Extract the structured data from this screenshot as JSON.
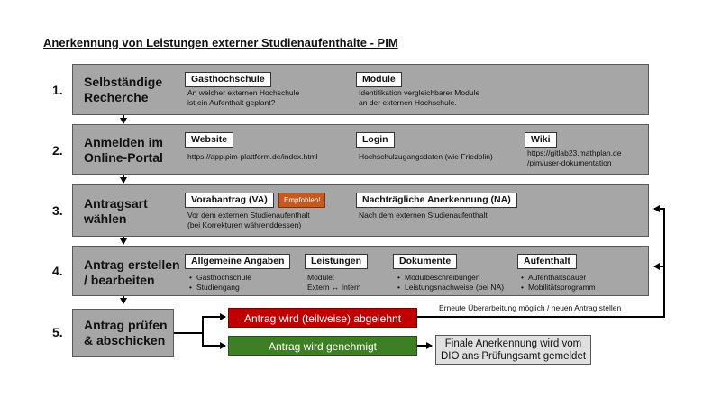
{
  "title": "Anerkennung von Leistungen externer Studienaufenthalte - PIM",
  "steps": [
    {
      "number": "1.",
      "title_lines": [
        "Selbständige",
        "Recherche"
      ],
      "tags": [
        {
          "label": "Gasthochschule",
          "desc": [
            "An welcher externen Hochschule",
            "ist ein Aufenthalt geplant?"
          ]
        },
        {
          "label": "Module",
          "desc": [
            "Identifikation vergleichbarer Module",
            "an der externen Hochschule."
          ]
        }
      ]
    },
    {
      "number": "2.",
      "title_lines": [
        "Anmelden im",
        "Online-Portal"
      ],
      "tags": [
        {
          "label": "Website",
          "desc": [
            "https://app.pim-plattform.de/index.html"
          ]
        },
        {
          "label": "Login",
          "desc": [
            "Hochschulzugangsdaten (wie Friedolin)"
          ]
        },
        {
          "label": "Wiki",
          "desc": [
            "https://gitlab23.mathplan.de",
            "/pim/user-dokumentation"
          ]
        }
      ]
    },
    {
      "number": "3.",
      "title_lines": [
        "Antragsart",
        "wählen"
      ],
      "badge": "Empfohlen!",
      "tags": [
        {
          "label": "Vorabantrag (VA)",
          "desc": [
            "Vor dem externen Studienaufenthalt",
            "(bei Korrekturen währenddessen)"
          ]
        },
        {
          "label": "Nachträgliche Anerkennung (NA)",
          "desc": [
            "Nach dem externen Studienaufenthalt"
          ]
        }
      ]
    },
    {
      "number": "4.",
      "title_lines": [
        "Antrag erstellen",
        "/ bearbeiten"
      ],
      "tags": [
        {
          "label": "Allgemeine Angaben",
          "items": [
            "Gasthochschule",
            "Studiengang"
          ]
        },
        {
          "label": "Leistungen",
          "desc": [
            "Module:",
            "Extern ↔ Intern"
          ]
        },
        {
          "label": "Dokumente",
          "items": [
            "Modulbeschreibungen",
            "Leistungsnachweise (bei NA)"
          ]
        },
        {
          "label": "Aufenthalt",
          "items": [
            "Aufenthaltsdauer",
            "Mobilitätsprogramm"
          ]
        }
      ]
    },
    {
      "number": "5.",
      "title_lines": [
        "Antrag prüfen",
        "& abschicken"
      ]
    }
  ],
  "outcomes": {
    "rejected": "Antrag wird (teilweise) abgelehnt",
    "approved": "Antrag wird genehmigt",
    "rejected_note": "Erneute Überarbeitung möglich / neuen Antrag stellen",
    "final_lines": [
      "Finale Anerkennung wird vom",
      "DIO ans Prüfungsamt gemeldet"
    ]
  },
  "colors": {
    "step_fill": "#a6a6a6",
    "rejected": "#c00000",
    "approved": "#3f7f24",
    "badge": "#c65a1e"
  }
}
